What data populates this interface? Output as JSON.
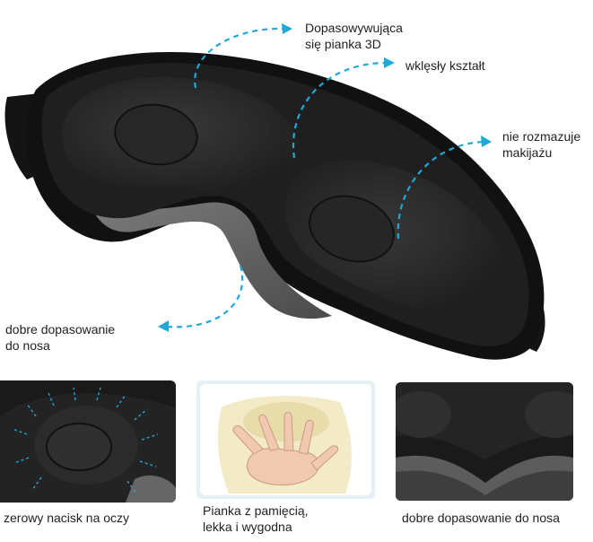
{
  "callouts": {
    "foam_3d": [
      "Dopasowywująca",
      "się pianka 3D"
    ],
    "concave": "wklęsły kształt",
    "makeup": [
      "nie rozmazuje",
      "makijażu"
    ],
    "nose_fit": [
      "dobre dopasowanie",
      "do nosa"
    ]
  },
  "captions": {
    "zero_pressure": "zerowy nacisk na oczy",
    "memory_foam": [
      "Pianka z pamięcią,",
      "lekka i wygodna"
    ],
    "nose_fit": "dobre dopasowanie do nosa"
  },
  "colors": {
    "arrow": "#1fa8d8",
    "mask_body": "#1e1e1e",
    "mask_edge": "#0e0e0e",
    "mask_pad": "#2c2c2c",
    "inner_lining": "#6a6a6a",
    "foam": "#f3ebc8",
    "thumb_frame": "#e6f1f6"
  }
}
